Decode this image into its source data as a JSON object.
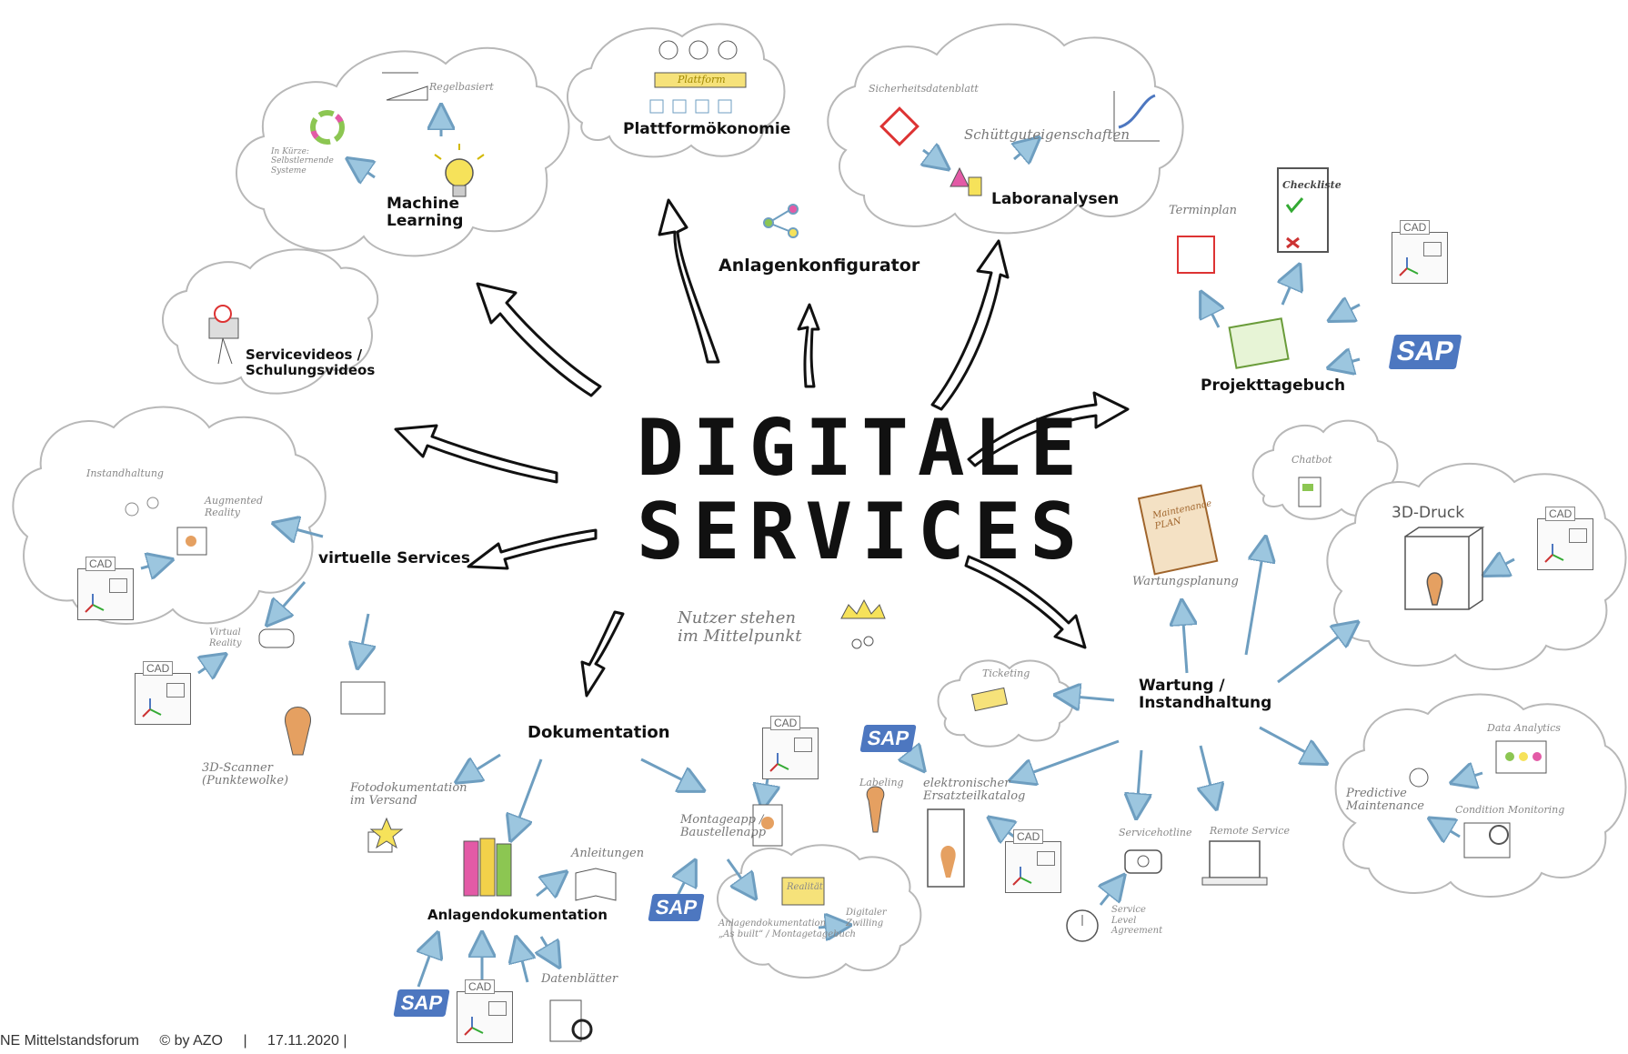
{
  "title": {
    "line1": "DIGITALE",
    "line2": "SERVICES"
  },
  "center_note": {
    "line1": "Nutzer stehen",
    "line2": "im Mittelpunkt"
  },
  "main_labels": {
    "machine_learning": "Machine\nLearning",
    "plattform": "Plattformökonomie",
    "laboranalysen": "Laboranalysen",
    "anlagenkonfigurator": "Anlagenkonfigurator",
    "servicevideos": "Servicevideos /\nSchulungsvideos",
    "projekttagebuch": "Projekttagebuch",
    "virtuelle_services": "virtuelle Services",
    "dokumentation": "Dokumentation",
    "wartung": "Wartung /\nInstandhaltung",
    "anlagendokumentation": "Anlagendokumentation",
    "druck3d": "3D-Druck"
  },
  "sub_labels": {
    "regelbasiert": "Regelbasiert",
    "in_kuerze": "In Kürze:\nSelbstlernende\nSysteme",
    "plattform_bar": "Plattform",
    "sicherheitsdatenblatt": "Sicherheitsdatenblatt",
    "schuettgut": "Schüttguteigenschaften",
    "terminplan": "Terminplan",
    "checkliste": "Checkliste",
    "instandhaltung": "Instandhaltung",
    "augmented": "Augmented\nReality",
    "virtual": "Virtual\nReality",
    "scanner": "3D-Scanner\n(Punktewolke)",
    "chatbot": "Chatbot",
    "maintenance_plan": "Maintenance\nPLAN",
    "wartungsplanung": "Wartungsplanung",
    "ticketing": "Ticketing",
    "data_analytics": "Data Analytics",
    "predictive": "Predictive\nMaintenance",
    "condition": "Condition Monitoring",
    "servicehotline": "Servicehotline",
    "remote_service": "Remote Service",
    "sla": "Service\nLevel\nAgreement",
    "labeling": "Labeling",
    "ersatzteil": "elektronischer\nErsatzteilkatalog",
    "montageapp": "Montageapp /\nBaustellenapp",
    "realitaet": "Realität",
    "as_built": "Anlagendokumentation\n„As built“ / Montagetagebuch",
    "digitaler_zwilling": "Digitaler\nZwilling",
    "fotodoku": "Fotodokumentation\nim Versand",
    "anleitungen": "Anleitungen",
    "datenblaetter": "Datenblätter",
    "cad": "CAD",
    "sap": "SAP"
  },
  "footer": {
    "org": "NE Mittelstandsforum",
    "copyright": "© by AZO",
    "sep": "|",
    "date": "17.11.2020 |"
  },
  "colors": {
    "ink": "#111111",
    "arrow_blue": "#9cc6df",
    "arrow_blue_stroke": "#6e9ec0",
    "cloud_stroke": "#b8b8b8",
    "sap_blue": "#4d77c0",
    "folder_pink": "#e35aa6",
    "folder_yellow": "#f2d14a",
    "folder_green": "#8cc652",
    "pot_orange": "#e5a061"
  }
}
